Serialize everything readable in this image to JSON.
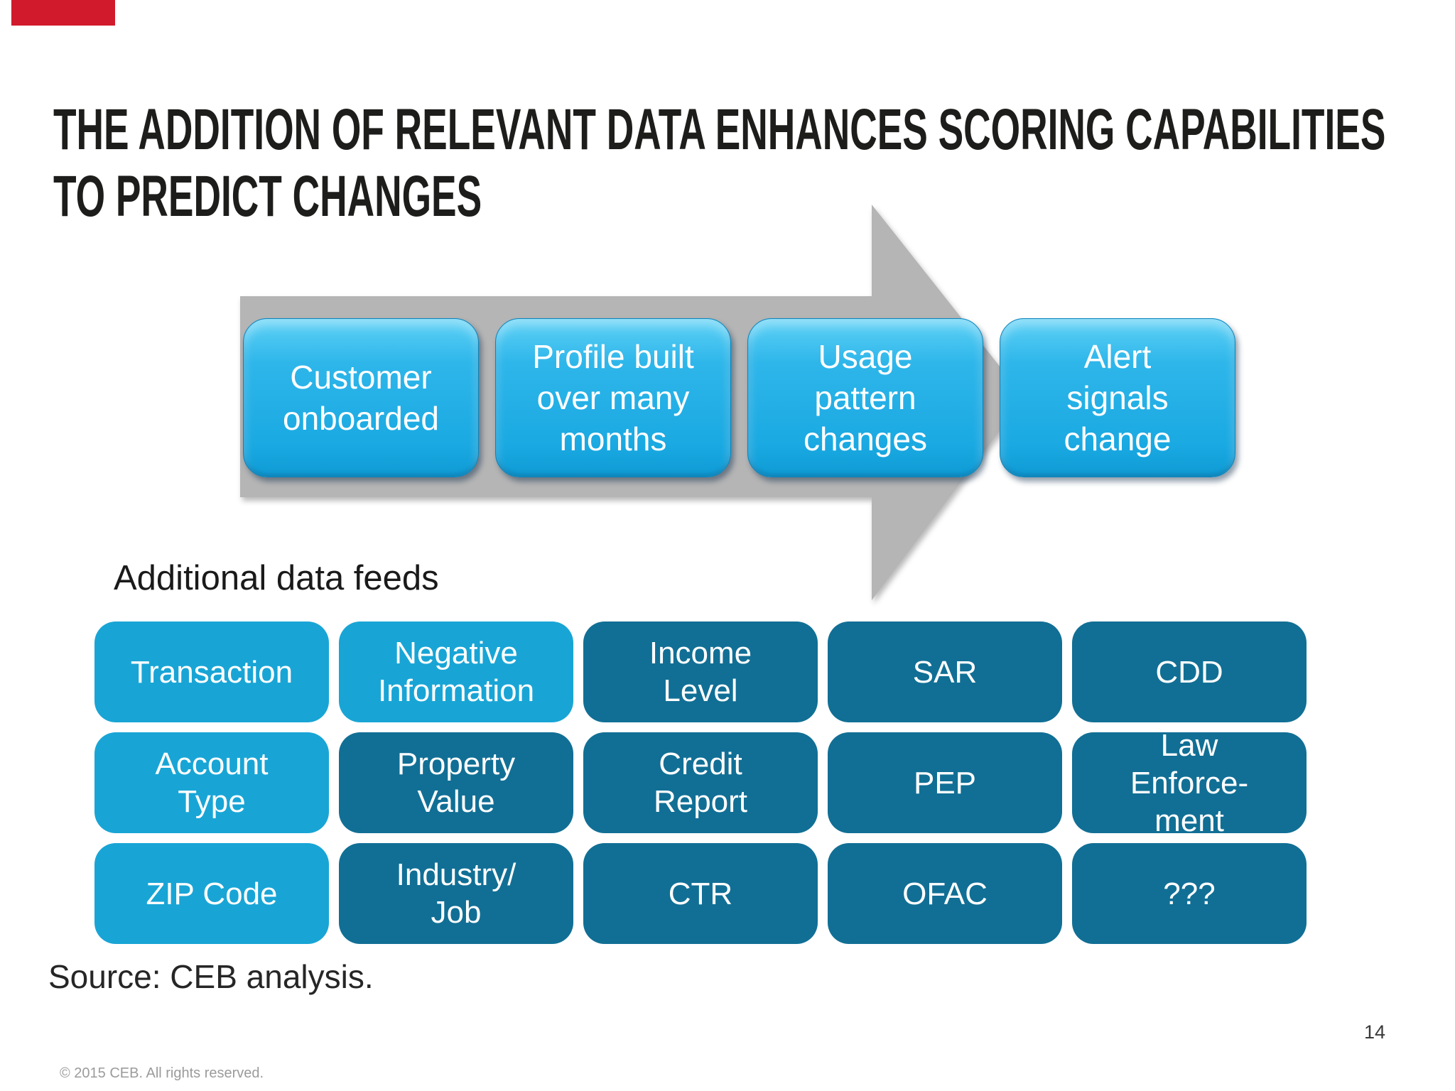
{
  "title": {
    "line1": "THE ADDITION OF RELEVANT DATA ENHANCES SCORING CAPABILITIES",
    "line2": "TO PREDICT CHANGES"
  },
  "flow": {
    "steps": [
      {
        "label": "Customer\nonboarded"
      },
      {
        "label": "Profile built\nover many\nmonths"
      },
      {
        "label": "Usage\npattern\nchanges"
      },
      {
        "label": "Alert\nsignals\nchange"
      }
    ]
  },
  "additional_data_feeds": {
    "heading": "Additional data feeds",
    "cells": [
      {
        "label": "Transaction",
        "tone": "light"
      },
      {
        "label": "Negative\nInformation",
        "tone": "light"
      },
      {
        "label": "Income\nLevel",
        "tone": "dark"
      },
      {
        "label": "SAR",
        "tone": "dark"
      },
      {
        "label": "CDD",
        "tone": "dark"
      },
      {
        "label": "Account\nType",
        "tone": "light"
      },
      {
        "label": "Property\nValue",
        "tone": "dark"
      },
      {
        "label": "Credit\nReport",
        "tone": "dark"
      },
      {
        "label": "PEP",
        "tone": "dark"
      },
      {
        "label": "Law\nEnforce-\nment",
        "tone": "dark"
      },
      {
        "label": "ZIP Code",
        "tone": "light"
      },
      {
        "label": "Industry/\nJob",
        "tone": "dark"
      },
      {
        "label": "CTR",
        "tone": "dark"
      },
      {
        "label": "OFAC",
        "tone": "dark"
      },
      {
        "label": "???",
        "tone": "dark"
      }
    ]
  },
  "footer": {
    "source": "Source: CEB analysis.",
    "copyright": "© 2015 CEB. All rights reserved.",
    "page_number": "14"
  },
  "colors": {
    "accent_red_bar": "#d11a2b",
    "flow_box_blue": "#29b2e8",
    "grid_light_blue": "#18a5d6",
    "grid_dark_teal": "#116f95",
    "arrow_gray": "#b5b5b5",
    "title_text": "#1d1d1b",
    "box_text": "#ffffff"
  }
}
